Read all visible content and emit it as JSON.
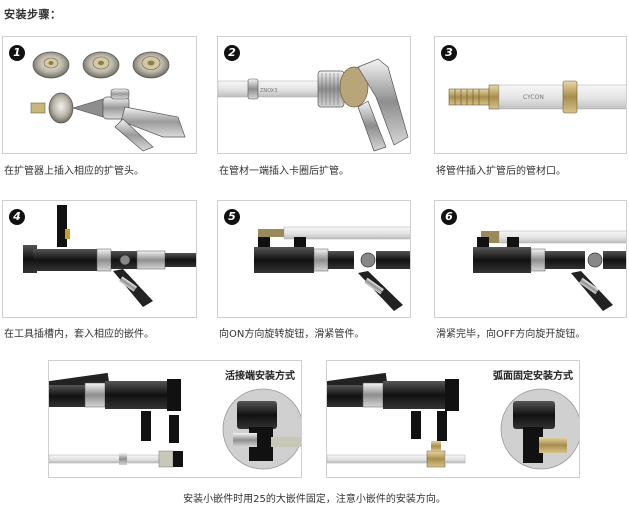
{
  "page": {
    "title": "安装步骤："
  },
  "steps": [
    {
      "number": "1",
      "caption": "在扩管器上插入相应的扩管头。"
    },
    {
      "number": "2",
      "caption": "在管材一端插入卡圈后扩管。"
    },
    {
      "number": "3",
      "caption": "将管件插入扩管后的管材口。"
    },
    {
      "number": "4",
      "caption": "在工具插槽内，套入相应的嵌件。"
    },
    {
      "number": "5",
      "caption": "向ON方向旋转旋钮，滑紧管件。"
    },
    {
      "number": "6",
      "caption": "滑紧完毕，向OFF方向旋开旋钮。"
    }
  ],
  "methods": [
    {
      "title": "活接端安装方式"
    },
    {
      "title": "弧面固定安装方式"
    }
  ],
  "footer": {
    "note": "安装小嵌件时用25的大嵌件固定，注意小嵌件的安装方向。"
  },
  "pipe_prints": {
    "step2": "ZNOX3",
    "step3": "CYCON"
  }
}
